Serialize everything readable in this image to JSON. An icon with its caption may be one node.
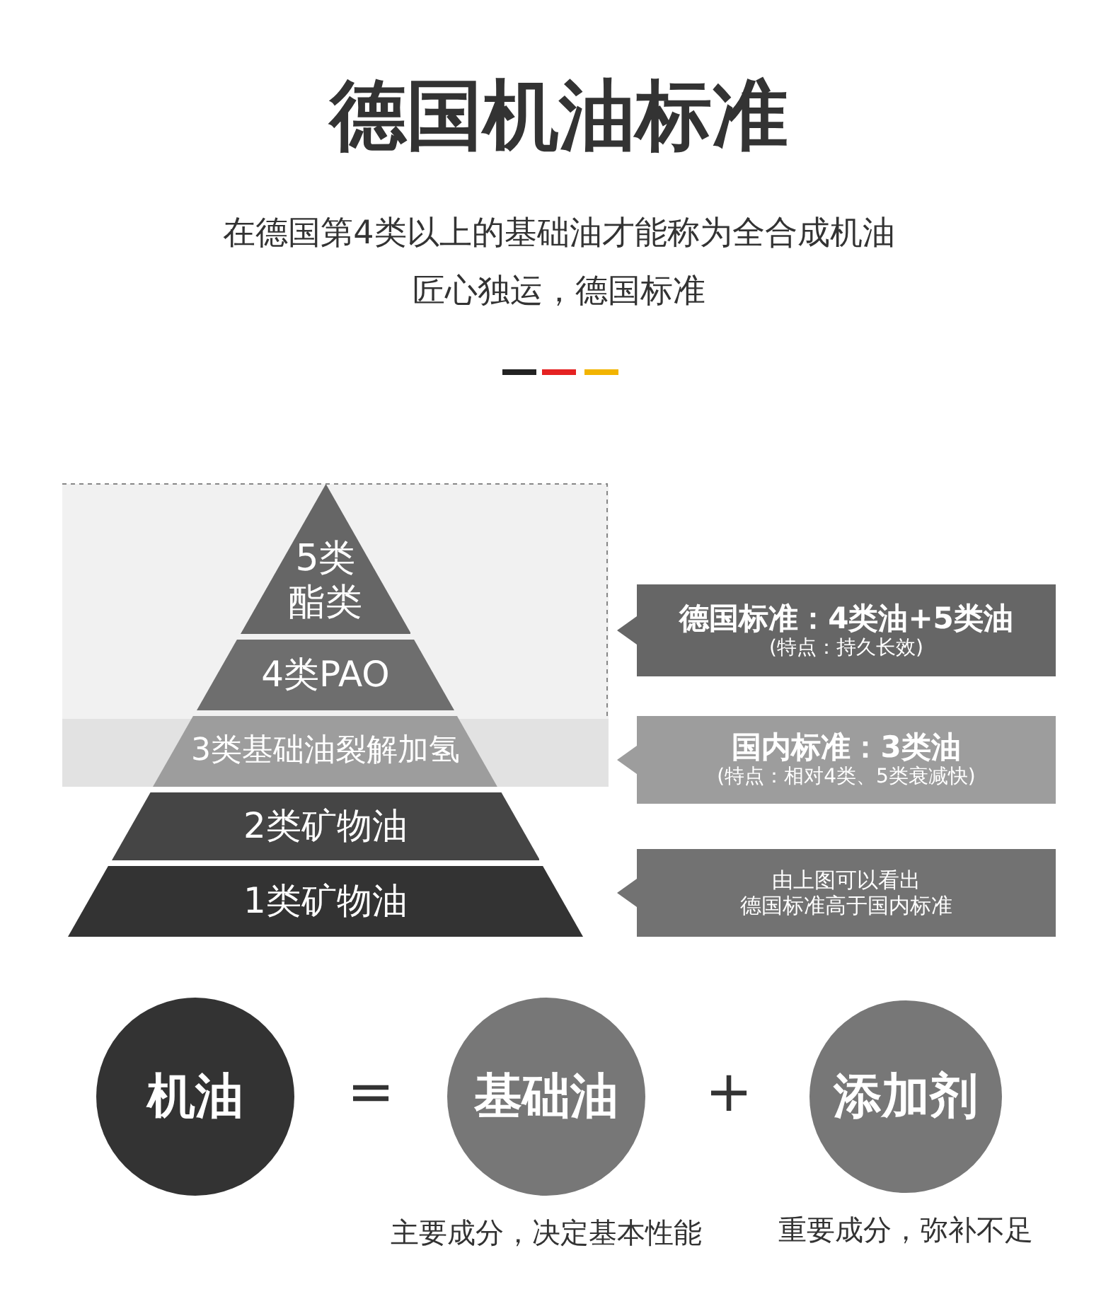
{
  "diagram": {
    "title": "德国机油标准",
    "nodes": [
      {
        "text": [
          "5类",
          "酯类"
        ]
      },
      {
        "text": [
          "4类PAO"
        ]
      },
      {
        "text": [
          "3类基础油裂解加氢"
        ]
      },
      {
        "text": [
          "2类矿物油"
        ]
      },
      {
        "text": [
          "1类矿物油"
        ]
      },
      {
        "text": [
          "德国标准：4类油+5类油",
          "(特点：持久长效)"
        ]
      },
      {
        "text": [
          "国内标准：3类油",
          "(特点：相对4类、5类衰减快)"
        ]
      },
      {
        "text": [
          "由上图可以看出",
          "德国标准高于国内标准"
        ]
      },
      {
        "text": [
          "机油"
        ]
      },
      {
        "text": [
          "基础油"
        ],
        "beside": [
          "主要成分，决定基本性能"
        ]
      },
      {
        "text": [
          "添加剂"
        ],
        "beside": [
          "重要成分，弥补不足"
        ]
      }
    ],
    "labels": [
      "在德国第4类以上的基础油才能称为全合成机油",
      "匠心独运，德国标准",
      "=",
      "+"
    ]
  }
}
